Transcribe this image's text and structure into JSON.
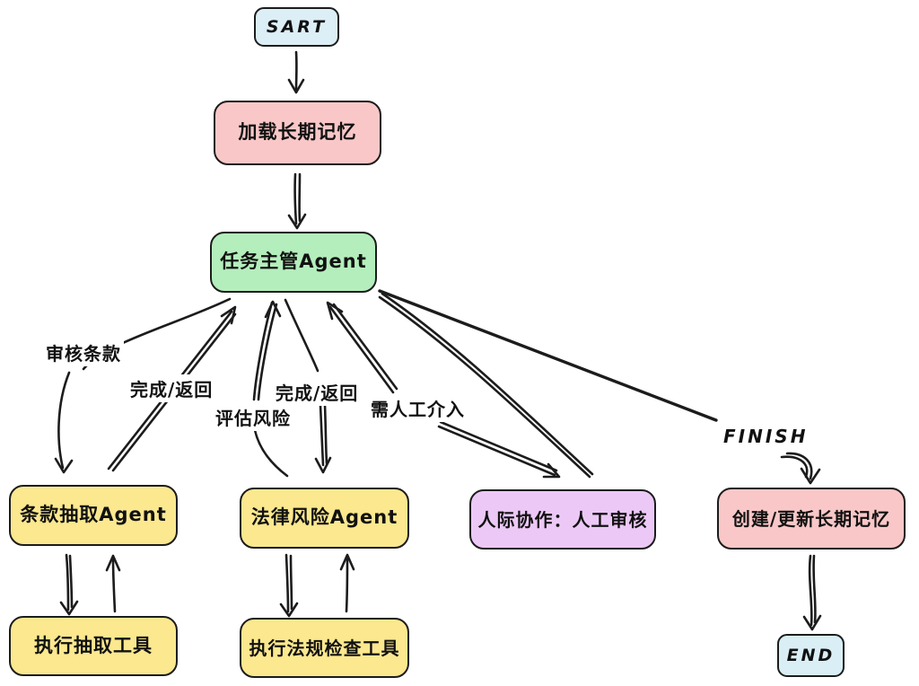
{
  "diagram": {
    "title_implied": "",
    "background_color": "#ffffff",
    "stroke_color": "#1c1c1c",
    "nodes": [
      {
        "id": "start",
        "label": "SART",
        "fill": "#dceef6"
      },
      {
        "id": "load-memory",
        "label": "加载长期记忆",
        "fill": "#f9c7c7"
      },
      {
        "id": "supervisor",
        "label": "任务主管Agent",
        "fill": "#b4eebc"
      },
      {
        "id": "clause-agent",
        "label": "条款抽取Agent",
        "fill": "#fbe88f"
      },
      {
        "id": "extract-tool",
        "label": "执行抽取工具",
        "fill": "#fbe88f"
      },
      {
        "id": "risk-agent",
        "label": "法律风险Agent",
        "fill": "#fbe88f"
      },
      {
        "id": "regulation-tool",
        "label": "执行法规检查工具",
        "fill": "#fbe88f"
      },
      {
        "id": "human-review",
        "label": "人际协作：人工审核",
        "fill": "#ecc8f6"
      },
      {
        "id": "update-memory",
        "label": "创建/更新长期记忆",
        "fill": "#f9c7c7"
      },
      {
        "id": "end",
        "label": "END",
        "fill": "#d9eff5"
      }
    ],
    "edge_labels": [
      {
        "id": "review-clauses",
        "text": "审核条款"
      },
      {
        "id": "done-return-left",
        "text": "完成/返回"
      },
      {
        "id": "assess-risk",
        "text": "评估风险"
      },
      {
        "id": "done-return-right",
        "text": "完成/返回"
      },
      {
        "id": "need-human",
        "text": "需人工介入"
      },
      {
        "id": "finish",
        "text": "FINISH"
      }
    ]
  }
}
